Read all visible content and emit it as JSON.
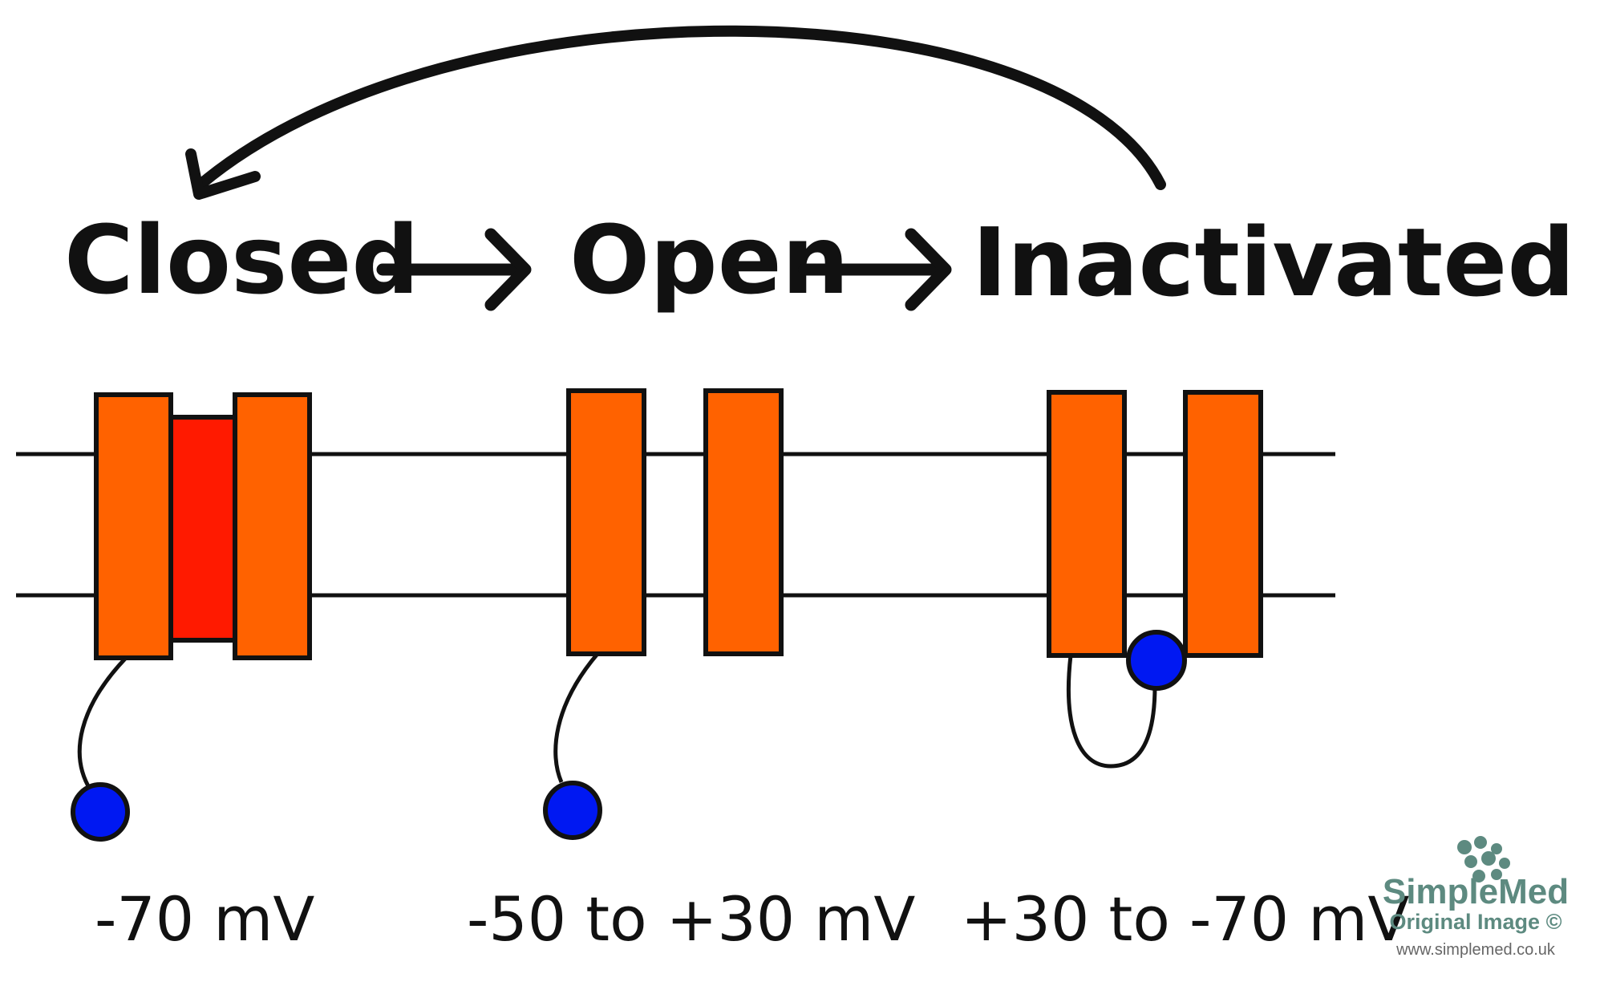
{
  "states": {
    "closed": "Closed",
    "open": "Open",
    "inactivated": "Inactivated"
  },
  "voltages": {
    "closed": "-70 mV",
    "open": "-50 to +30 mV",
    "inactivated": "+30 to -70 mV"
  },
  "watermark": {
    "brand": "SimpleMed",
    "subtitle": "Original Image ©",
    "url": "www.simplemed.co.uk"
  },
  "colors": {
    "channel_subunit": "#ff6200",
    "closed_gate": "#ff1a00",
    "inactivation_ball": "#0018f2",
    "outline": "#111111",
    "watermark": "#5d8a80"
  }
}
